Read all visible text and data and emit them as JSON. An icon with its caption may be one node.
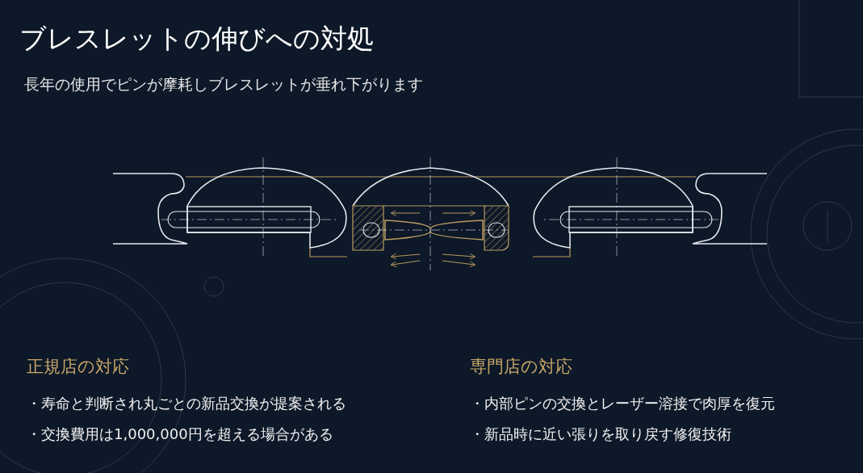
{
  "diagram": {
    "title": "ブレスレットの伸びへの対処",
    "labels": [
      "長年の使用でピンが摩耗しブレスレットが垂れ下がります",
      "正規店の対応",
      "・寿命と判断され丸ごとの新品交換が提案される",
      "・交換費用は1,000,000円を超える場合がある",
      "専門店の対応",
      "・内部ピンの交換とレーザー溶接で肉厚を復元",
      "・新品時に近い張りを取り戻す修復技術"
    ]
  }
}
